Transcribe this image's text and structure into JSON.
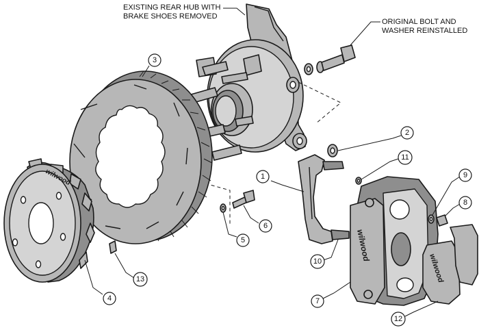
{
  "notes": {
    "hub_line1": "EXISTING REAR HUB WITH",
    "hub_line2": "BRAKE SHOES REMOVED",
    "bolt_line1": "ORIGINAL BOLT AND",
    "bolt_line2": "WASHER REINSTALLED"
  },
  "callouts": [
    "1",
    "2",
    "3",
    "4",
    "5",
    "6",
    "7",
    "8",
    "9",
    "10",
    "11",
    "12",
    "13"
  ],
  "logo": {
    "hat": "wilwood",
    "caliper": "wilwood",
    "pad": "wilwood"
  }
}
